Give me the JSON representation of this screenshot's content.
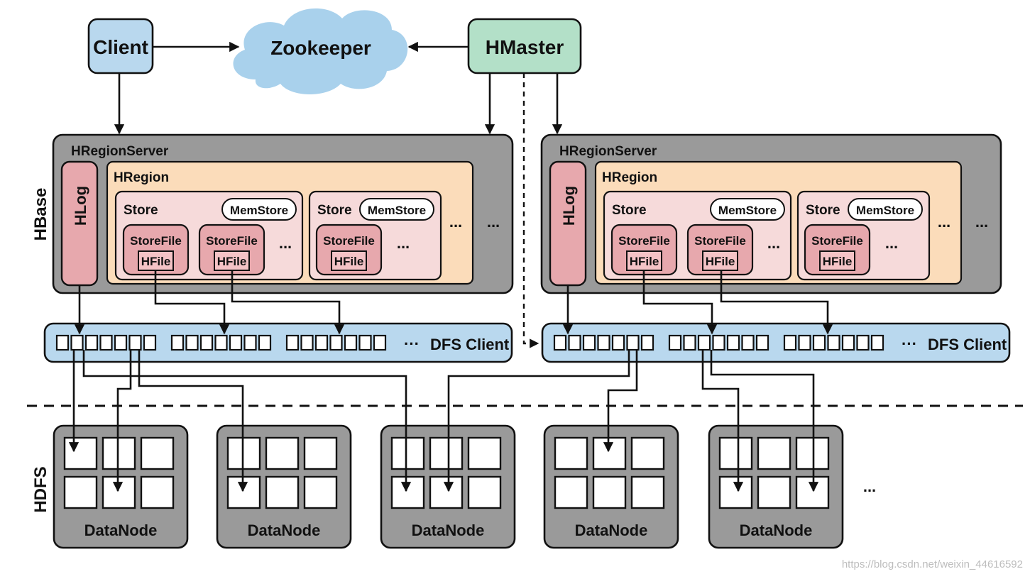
{
  "nodes": {
    "client": "Client",
    "zookeeper": "Zookeeper",
    "hmaster": "HMaster"
  },
  "layers": {
    "hbase": "HBase",
    "hdfs": "HDFS"
  },
  "region_server": {
    "title": "HRegionServer",
    "hlog": "HLog",
    "region": "HRegion",
    "store": "Store",
    "memstore": "MemStore",
    "storefile": "StoreFile",
    "hfile": "HFile",
    "ellipsis": "..."
  },
  "dfs_client": {
    "label": "DFS Client",
    "ellipsis": "···"
  },
  "datanode": {
    "label": "DataNode",
    "ellipsis": "..."
  },
  "watermark": "https://blog.csdn.net/weixin_44616592",
  "colors": {
    "client_fill": "#b9d8ee",
    "hmaster_fill": "#b3e0c8",
    "cloud_fill": "#a9d1ec",
    "server_fill": "#9a9a9a",
    "region_fill": "#fbdcba",
    "store_fill": "#f6dada",
    "hlog_fill": "#e7a8ad",
    "storefile_fill": "#e7a8ad",
    "dfs_fill": "#b9d8ee",
    "datanode_fill": "#9a9a9a"
  }
}
